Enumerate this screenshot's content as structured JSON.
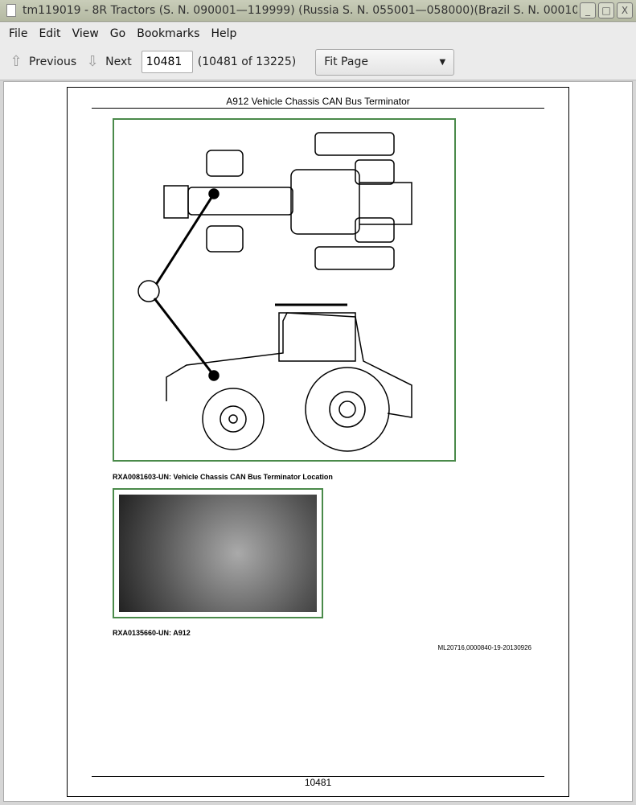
{
  "window": {
    "title": "tm119019 - 8R Tractors  (S. N. 090001—119999) (Russia S. N. 055001—058000)(Brazil S. N. 000100-"
  },
  "menu": [
    "File",
    "Edit",
    "View",
    "Go",
    "Bookmarks",
    "Help"
  ],
  "toolbar": {
    "previous": "Previous",
    "next": "Next",
    "page_value": "10481",
    "page_count": "(10481 of 13225)",
    "zoom": "Fit Page"
  },
  "page": {
    "header": "A912 Vehicle Chassis CAN Bus Terminator",
    "caption1": "RXA0081603-UN: Vehicle Chassis CAN Bus Terminator Location",
    "caption2": "RXA0135660-UN: A912",
    "reference": "ML20716,0000840-19-20130926",
    "footer": "10481"
  }
}
